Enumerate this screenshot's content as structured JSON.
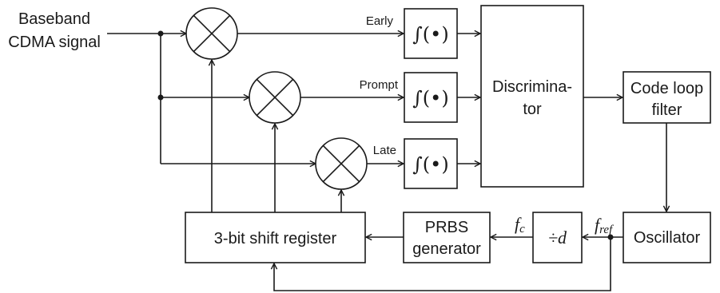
{
  "input": {
    "line1": "Baseband",
    "line2": "CDMA signal"
  },
  "branches": {
    "early": "Early",
    "prompt": "Prompt",
    "late": "Late"
  },
  "integrator": {
    "symbol": "∫(•)"
  },
  "discriminator": {
    "line1": "Discrimina-",
    "line2": "tor"
  },
  "loop_filter": {
    "line1": "Code loop",
    "line2": "filter"
  },
  "oscillator": {
    "label": "Oscillator"
  },
  "divider": {
    "label": "÷d"
  },
  "prbs": {
    "line1": "PRBS",
    "line2": "generator"
  },
  "shift_register": {
    "label": "3-bit shift register"
  },
  "signals": {
    "fc_main": "f",
    "fc_sub": "c",
    "fref_main": "f",
    "fref_sub": "ref"
  }
}
